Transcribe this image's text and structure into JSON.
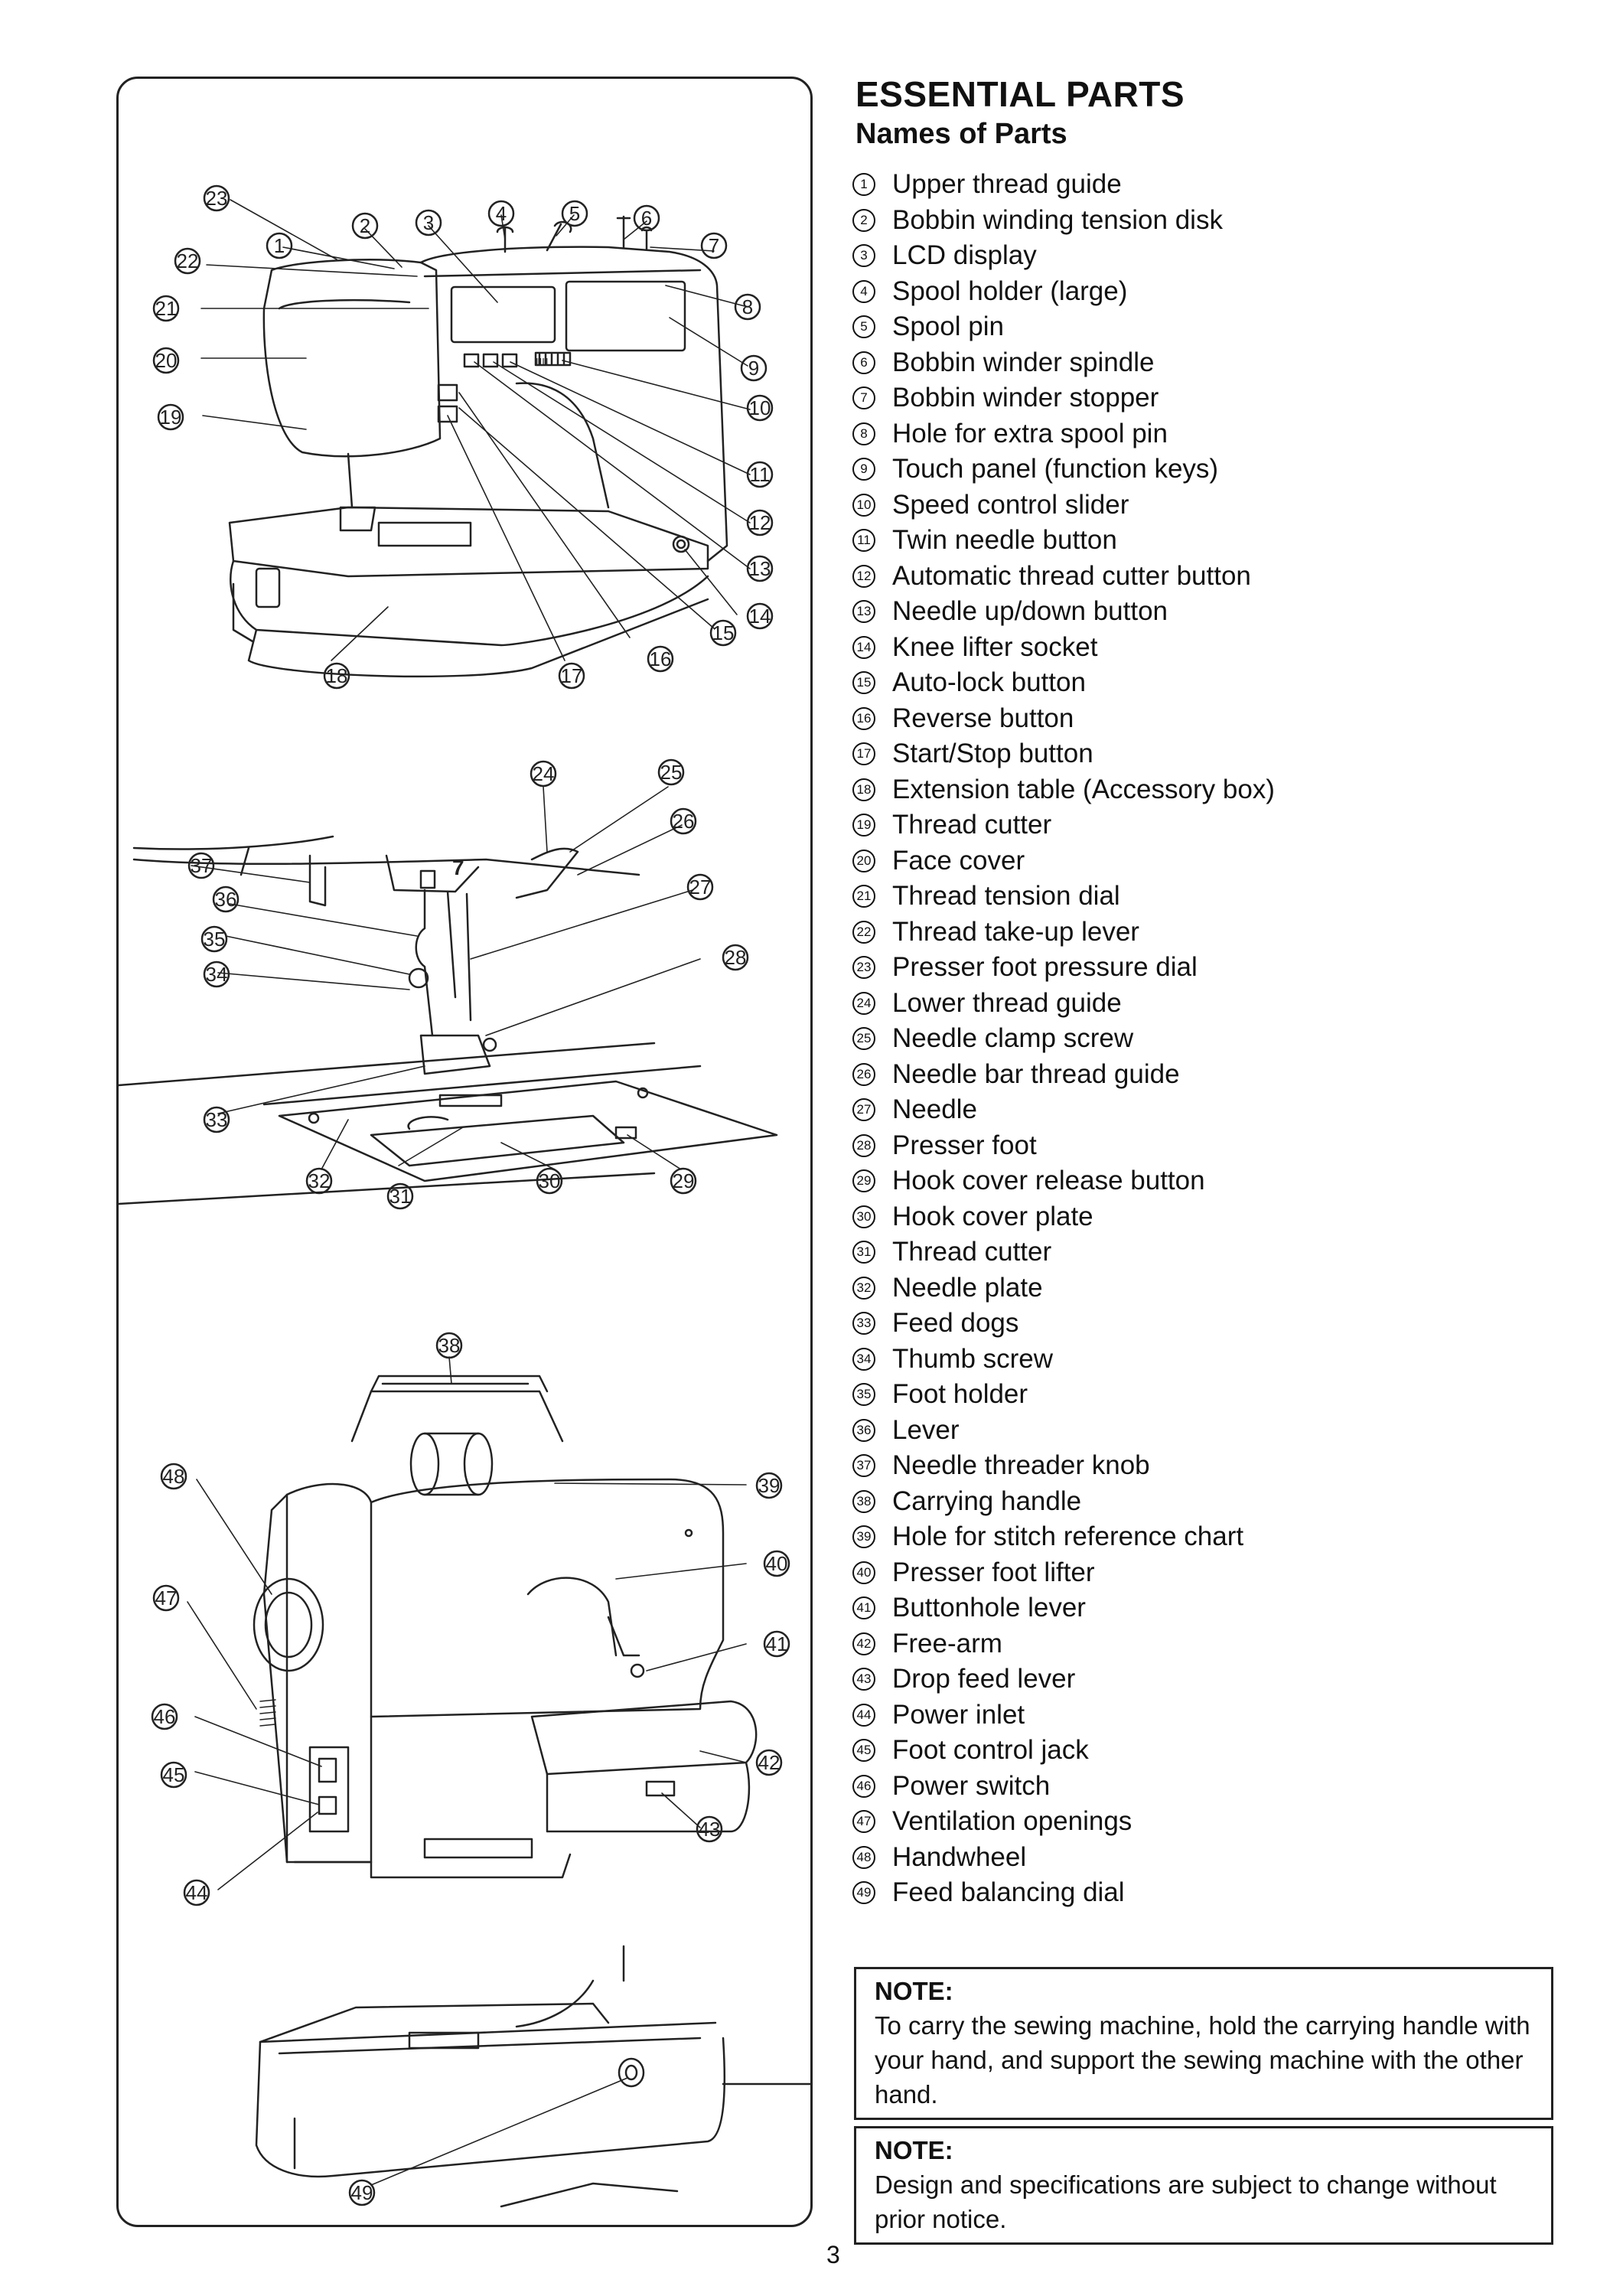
{
  "header": {
    "title": "ESSENTIAL PARTS",
    "subtitle": "Names of Parts"
  },
  "parts": [
    {
      "num": "1",
      "name": "Upper thread guide"
    },
    {
      "num": "2",
      "name": "Bobbin winding tension disk"
    },
    {
      "num": "3",
      "name": "LCD display"
    },
    {
      "num": "4",
      "name": "Spool holder (large)"
    },
    {
      "num": "5",
      "name": "Spool pin"
    },
    {
      "num": "6",
      "name": "Bobbin winder spindle"
    },
    {
      "num": "7",
      "name": "Bobbin winder stopper"
    },
    {
      "num": "8",
      "name": "Hole for extra spool pin"
    },
    {
      "num": "9",
      "name": "Touch panel (function keys)"
    },
    {
      "num": "10",
      "name": "Speed control slider"
    },
    {
      "num": "11",
      "name": "Twin needle button"
    },
    {
      "num": "12",
      "name": "Automatic thread cutter button"
    },
    {
      "num": "13",
      "name": "Needle up/down button"
    },
    {
      "num": "14",
      "name": "Knee lifter socket"
    },
    {
      "num": "15",
      "name": "Auto-lock button"
    },
    {
      "num": "16",
      "name": "Reverse button"
    },
    {
      "num": "17",
      "name": "Start/Stop button"
    },
    {
      "num": "18",
      "name": "Extension table (Accessory box)"
    },
    {
      "num": "19",
      "name": "Thread cutter"
    },
    {
      "num": "20",
      "name": "Face cover"
    },
    {
      "num": "21",
      "name": "Thread tension dial"
    },
    {
      "num": "22",
      "name": "Thread take-up lever"
    },
    {
      "num": "23",
      "name": "Presser foot pressure dial"
    },
    {
      "num": "24",
      "name": "Lower thread guide"
    },
    {
      "num": "25",
      "name": "Needle clamp screw"
    },
    {
      "num": "26",
      "name": "Needle bar thread guide"
    },
    {
      "num": "27",
      "name": "Needle"
    },
    {
      "num": "28",
      "name": "Presser foot"
    },
    {
      "num": "29",
      "name": "Hook cover release button"
    },
    {
      "num": "30",
      "name": "Hook cover plate"
    },
    {
      "num": "31",
      "name": "Thread cutter"
    },
    {
      "num": "32",
      "name": "Needle plate"
    },
    {
      "num": "33",
      "name": "Feed dogs"
    },
    {
      "num": "34",
      "name": "Thumb screw"
    },
    {
      "num": "35",
      "name": "Foot holder"
    },
    {
      "num": "36",
      "name": "Lever"
    },
    {
      "num": "37",
      "name": "Needle threader knob"
    },
    {
      "num": "38",
      "name": "Carrying handle"
    },
    {
      "num": "39",
      "name": "Hole for stitch reference chart"
    },
    {
      "num": "40",
      "name": "Presser foot lifter"
    },
    {
      "num": "41",
      "name": "Buttonhole lever"
    },
    {
      "num": "42",
      "name": "Free-arm"
    },
    {
      "num": "43",
      "name": "Drop feed lever"
    },
    {
      "num": "44",
      "name": "Power inlet"
    },
    {
      "num": "45",
      "name": "Foot control jack"
    },
    {
      "num": "46",
      "name": "Power switch"
    },
    {
      "num": "47",
      "name": "Ventilation openings"
    },
    {
      "num": "48",
      "name": "Handwheel"
    },
    {
      "num": "49",
      "name": "Feed balancing dial"
    }
  ],
  "notes": [
    {
      "heading": "NOTE:",
      "text": "To carry the sewing machine, hold the carrying handle with your hand, and support the sewing machine with the other hand."
    },
    {
      "heading": "NOTE:",
      "text": "Design and specifications are subject to change without prior notice."
    }
  ],
  "diagram_markers": [
    "7",
    "ⅢⅢ"
  ],
  "page_number": "3"
}
